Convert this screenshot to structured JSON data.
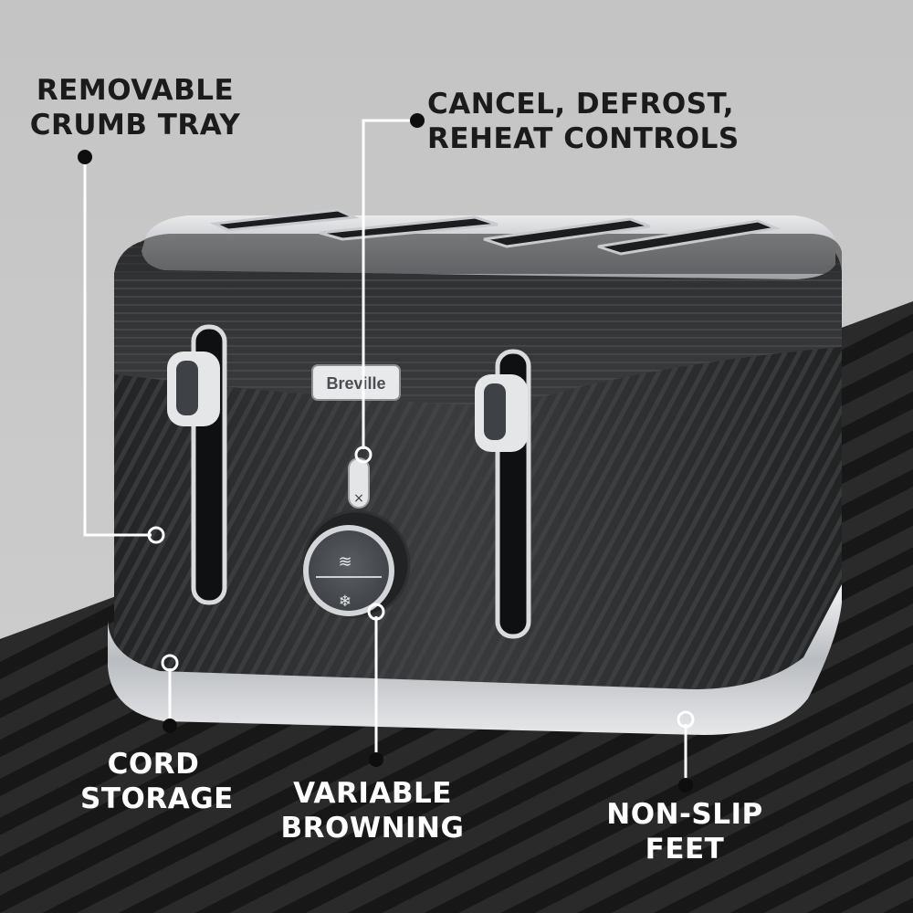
{
  "brand_badge": "Breville",
  "callouts": {
    "crumb_tray": {
      "line1": "REMOVABLE",
      "line2": "CRUMB TRAY"
    },
    "controls": {
      "line1": "CANCEL, DEFROST,",
      "line2": "REHEAT CONTROLS"
    },
    "cord_storage": {
      "line1": "CORD",
      "line2": "STORAGE"
    },
    "browning": {
      "line1": "VARIABLE",
      "line2": "BROWNING"
    },
    "feet": {
      "line1": "NON-SLIP",
      "line2": "FEET"
    }
  },
  "icons": {
    "reheat": "reheat-wave-icon",
    "defrost": "snowflake-icon",
    "cancel": "cancel-x-icon"
  },
  "colors": {
    "background": "#c9c9c9",
    "floor_stripes": "#1e1e1e",
    "toaster_body": "#2b2c2d",
    "chrome": "#d7d9db",
    "text": "#1b1b1b"
  }
}
